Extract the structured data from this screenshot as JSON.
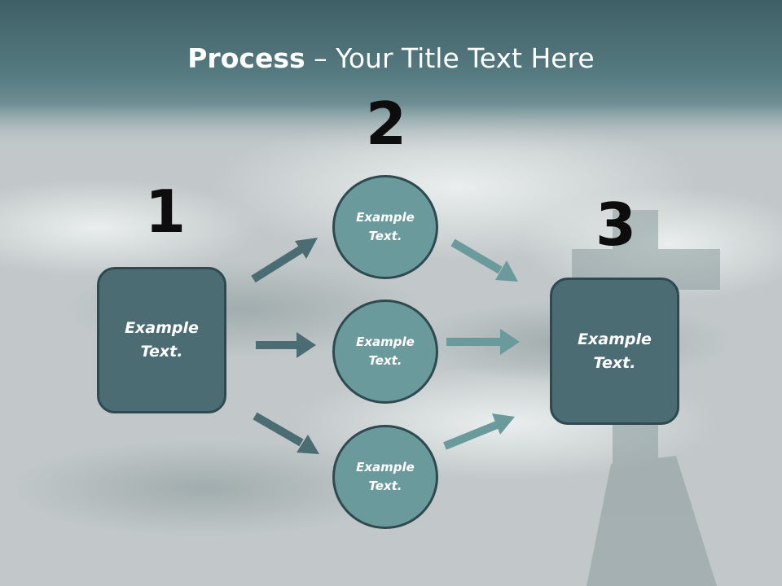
{
  "slide": {
    "title_bold": "Process",
    "title_rest": " – Your Title Text Here"
  },
  "steps": {
    "one": "1",
    "two": "2",
    "three": "3"
  },
  "nodes": {
    "left_box": "Example Text.",
    "circle_top": "Example Text.",
    "circle_middle": "Example Text.",
    "circle_bottom": "Example Text.",
    "right_box": "Example Text."
  },
  "colors": {
    "header_band": "#4b6d74",
    "box_fill": "#4a6c72",
    "circle_fill": "#6a9a9b",
    "arrow_dark": "#4a6c72",
    "arrow_light": "#6a9a9b"
  }
}
